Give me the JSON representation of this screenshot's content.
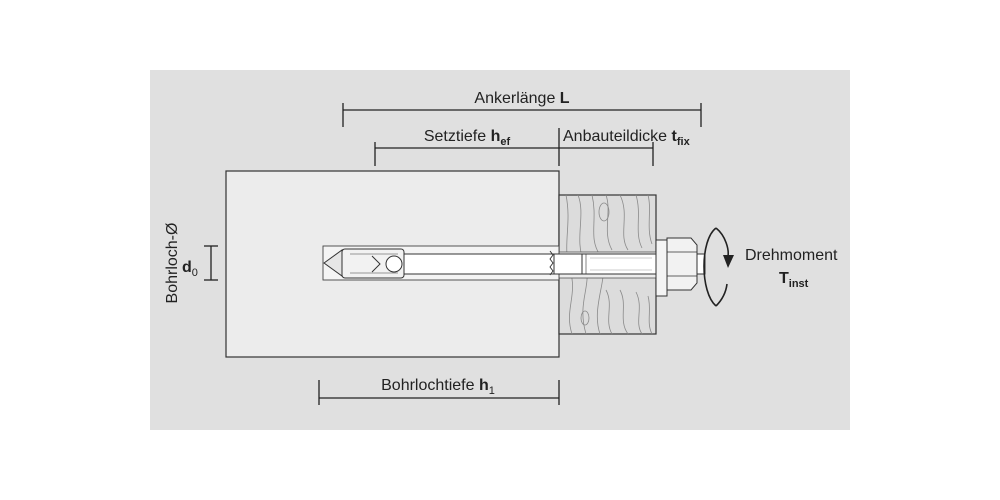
{
  "dimensions": {
    "anchor_length": {
      "label": "Ankerlänge ",
      "symbol": "L"
    },
    "setting_depth": {
      "label": "Setztiefe ",
      "symbol": "h",
      "subscript": "ef"
    },
    "fixture_thickness": {
      "label": "Anbauteildicke ",
      "symbol": "t",
      "subscript": "fix"
    },
    "drill_depth": {
      "label": "Bohrlochtiefe ",
      "symbol": "h",
      "subscript": "1"
    },
    "drill_diameter": {
      "label": "Bohrloch-Ø",
      "symbol": "d",
      "subscript": "0"
    }
  },
  "torque": {
    "label": "Drehmoment",
    "symbol": "T",
    "subscript": "inst"
  },
  "colors": {
    "panel": "#e0e0e0",
    "concrete": "#ececec",
    "wood": "#dcdcdc",
    "line": "#222222"
  }
}
